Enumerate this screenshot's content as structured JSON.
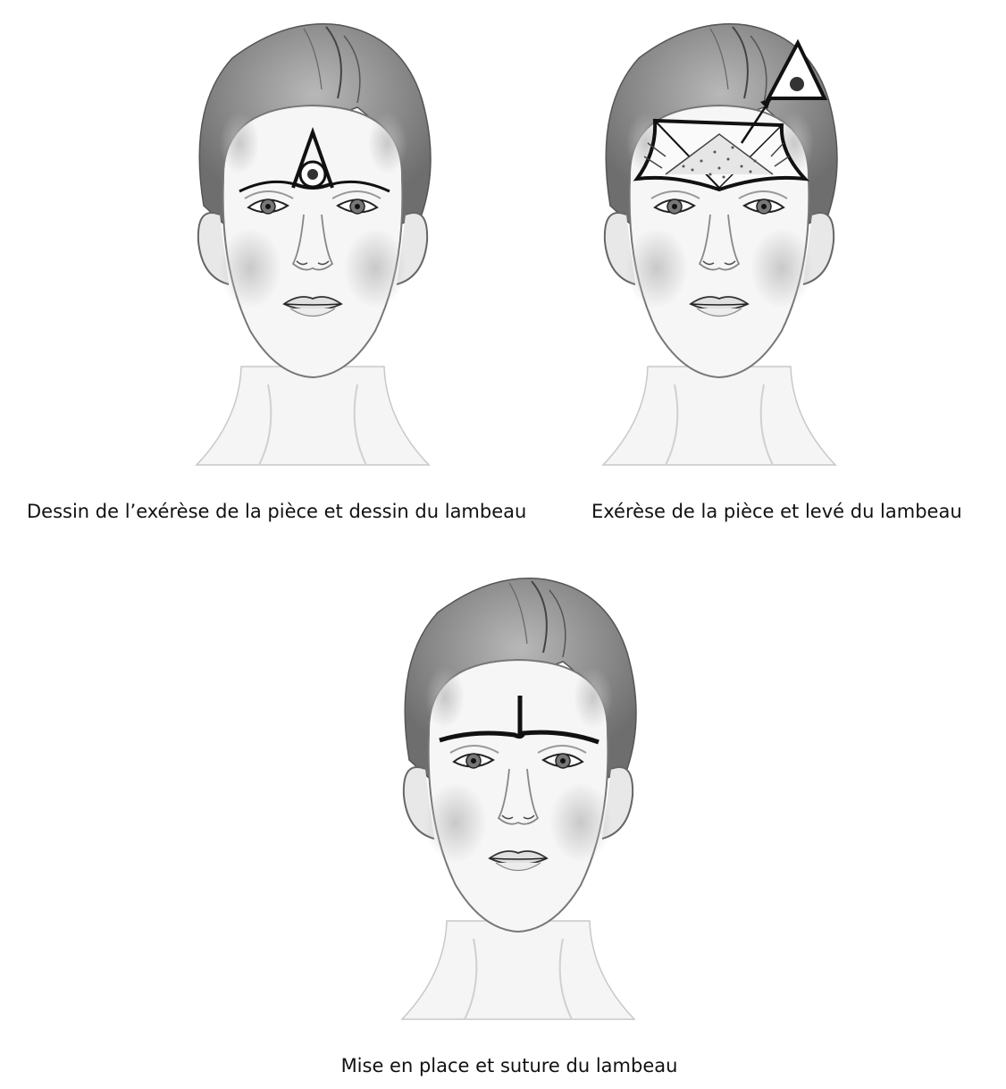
{
  "figure": {
    "panels": [
      {
        "caption": "Dessin de l’exérèse de la pièce et dessin du lambeau",
        "step": "design"
      },
      {
        "caption": "Exérèse de la pièce et levé du lambeau",
        "step": "excision"
      },
      {
        "caption": "Mise en place et suture du lambeau",
        "step": "suture"
      }
    ],
    "colors": {
      "ink": "#111111",
      "skin": "#f4f4f4",
      "hair": "#8a8a8a",
      "shadow": "#cfcfcf"
    }
  }
}
